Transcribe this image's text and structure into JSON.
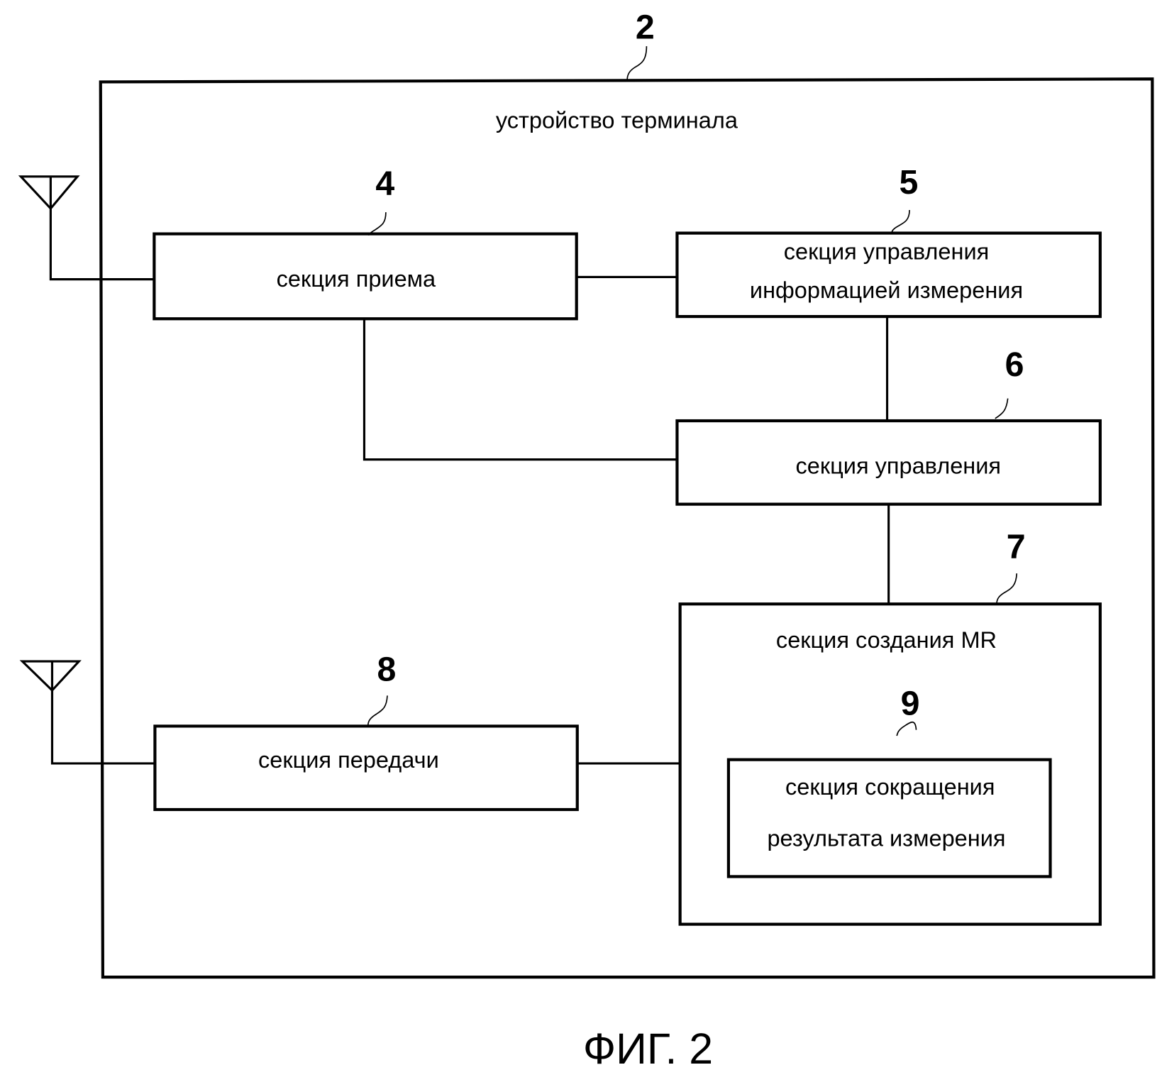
{
  "diagram": {
    "type": "block-diagram",
    "figure_caption": "ФИГ. 2",
    "device": {
      "ref": "2",
      "label": "устройство терминала"
    },
    "blocks": [
      {
        "id": "receive",
        "ref": "4",
        "lines": [
          "секция приема"
        ]
      },
      {
        "id": "measurement-info-control",
        "ref": "5",
        "lines": [
          "секция управления",
          "информацией измерения"
        ]
      },
      {
        "id": "control",
        "ref": "6",
        "lines": [
          "секция управления"
        ]
      },
      {
        "id": "mr-creation",
        "ref": "7",
        "lines": [
          "секция создания MR"
        ]
      },
      {
        "id": "transmit",
        "ref": "8",
        "lines": [
          "секция передачи"
        ]
      },
      {
        "id": "measurement-result-reduction",
        "ref": "9",
        "lines": [
          "секция сокращения",
          "результата измерения"
        ],
        "parent": "mr-creation"
      }
    ],
    "connections": [
      [
        "antenna-rx",
        "receive"
      ],
      [
        "receive",
        "measurement-info-control"
      ],
      [
        "receive",
        "control"
      ],
      [
        "measurement-info-control",
        "control"
      ],
      [
        "control",
        "mr-creation"
      ],
      [
        "mr-creation",
        "transmit"
      ],
      [
        "transmit",
        "antenna-tx"
      ]
    ],
    "antennas": [
      {
        "id": "antenna-rx",
        "icon": "antenna-icon"
      },
      {
        "id": "antenna-tx",
        "icon": "antenna-icon"
      }
    ]
  }
}
